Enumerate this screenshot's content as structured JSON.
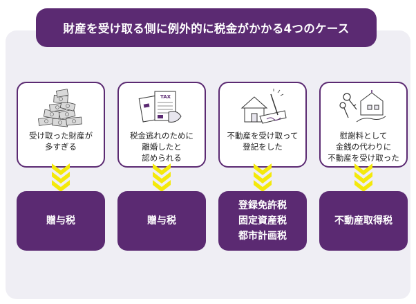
{
  "title": "財産を受け取る側に例外的に税金がかかる4つのケース",
  "cases": [
    {
      "icon": "pile-of-money-icon",
      "condition": "受け取った財産が\n多すぎる",
      "tax": "贈与税"
    },
    {
      "icon": "tax-documents-icon",
      "condition": "税金逃れのために\n離婚したと\n認められる",
      "tax": "贈与税"
    },
    {
      "icon": "house-signing-icon",
      "condition": "不動産を受け取って\n登記をした",
      "tax": "登録免許税\n固定資産税\n都市計画税"
    },
    {
      "icon": "house-keys-hand-icon",
      "condition": "慰謝料として\n金銭の代わりに\n不動産を受け取った",
      "tax": "不動産取得税"
    }
  ],
  "tax_in_illustration": "TAX",
  "colors": {
    "primary": "#5b2a72",
    "arrow": "#f4e90a",
    "panel": "#efeef4"
  }
}
